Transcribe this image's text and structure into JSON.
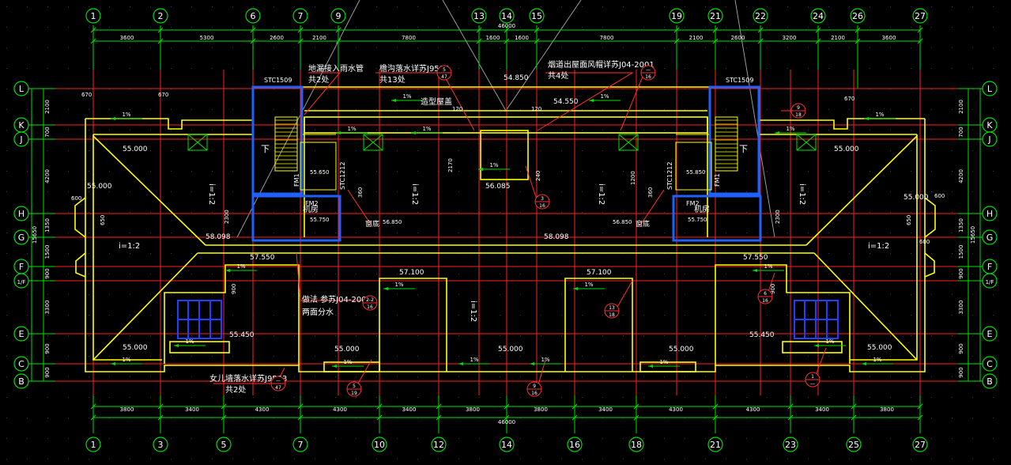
{
  "colors": {
    "background": "#000000",
    "grid_axis": "#ff2020",
    "dimension": "#00e000",
    "wall": "#ffff00",
    "stair_wall": "#2060ff",
    "annotation": "#ffffff",
    "leader": "#ff3030"
  },
  "axes_top": [
    "1",
    "2",
    "6",
    "7",
    "9",
    "13",
    "14",
    "15",
    "19",
    "21",
    "22",
    "24",
    "26",
    "27"
  ],
  "axes_bottom": [
    "1",
    "3",
    "5",
    "7",
    "10",
    "12",
    "14",
    "16",
    "18",
    "21",
    "23",
    "25",
    "27"
  ],
  "axes_left": [
    "L",
    "K",
    "J",
    "H",
    "G",
    "F",
    "1/F",
    "E",
    "C",
    "B"
  ],
  "axes_right": [
    "L",
    "K",
    "J",
    "H",
    "G",
    "F",
    "1/F",
    "E",
    "C",
    "B"
  ],
  "top_dims": [
    "3600",
    "5300",
    "2600",
    "2100",
    "7800",
    "1600",
    "1600",
    "7800",
    "2100",
    "2600",
    "3200",
    "2100",
    "3600"
  ],
  "top_total": "46000",
  "bottom_dims": [
    "3800",
    "3400",
    "4300",
    "4300",
    "3400",
    "3800",
    "3800",
    "3400",
    "4300",
    "4300",
    "3400",
    "3800"
  ],
  "bottom_total": "46000",
  "left_dims": [
    "2100",
    "700",
    "4200",
    "1350",
    "1500",
    "900",
    "3300",
    "900",
    "900"
  ],
  "left_total": "15650",
  "right_dims": [
    "2100",
    "700",
    "4200",
    "1350",
    "1500",
    "900",
    "3300",
    "900",
    "900"
  ],
  "right_total": "15650",
  "notes": {
    "note1": "地漏接入雨水管",
    "note1b": "共2处",
    "note2": "檐沟落水详苏J9503",
    "note2b": "共13处",
    "note3": "烟道出屋面风帽详苏J04-2001",
    "note3b": "共4处",
    "note4": "做法 参苏J04-2001",
    "note4b": "两面分水",
    "note5": "女儿墙落水详苏J9503",
    "note5b": "共2处",
    "note6": "造型屋盖"
  },
  "labels": {
    "stc_left": "STC1509",
    "stc_right": "STC1509",
    "stc_v_left": "STC1212",
    "stc_v_right": "STC1212",
    "fm2_left": "FM2",
    "fm2_right": "FM2",
    "machine_left": "机房",
    "machine_right": "机房",
    "down_left": "下",
    "down_right": "下",
    "sill_left": "窗底",
    "sill_right": "窗底",
    "fm1_left": "FM1",
    "fm1_right": "FM1"
  },
  "elevations": {
    "e54850": "54.850",
    "e54550": "54.550",
    "e55000_l1": "55.000",
    "e55000_l2": "55.000",
    "e55000_r1": "55.000",
    "e55000_r2": "55.000",
    "e55650": "55.650",
    "e55850": "55.850",
    "e56850_l": "56.850",
    "e56850_r": "56.850",
    "e55750_l": "55.750",
    "e55750_r": "55.750",
    "e56085": "56.085",
    "e58098_l": "58.098",
    "e58098_m": "58.098",
    "e57550_l": "57.550",
    "e57550_r": "57.550",
    "e57100_l": "57.100",
    "e57100_r": "57.100",
    "e55450_l": "55.450",
    "e55450_r": "55.450",
    "e55000_b1": "55.000",
    "e55000_b2": "55.000",
    "e55000_b3": "55.000",
    "e55000_b4": "55.000",
    "e55000_b5": "55.000"
  },
  "slopes": {
    "s1": "i=1:2",
    "s2": "i=1:2",
    "s3": "i=1:2",
    "s4": "i=1:2",
    "s5": "i=1:2",
    "s6": "i=1:2",
    "s7": "i=1:2"
  },
  "pct": "1%",
  "small_dims": {
    "d670": "670",
    "d120": "120",
    "d600": "600",
    "d650": "650",
    "d900": "900",
    "d2170": "2170",
    "d2300": "2300",
    "d1200": "1200",
    "d360": "360",
    "d240": "240"
  },
  "callouts": [
    {
      "top": "—",
      "bottom": "47"
    },
    {
      "top": "—",
      "bottom": "16"
    },
    {
      "top": "9",
      "bottom": "18"
    },
    {
      "top": "3",
      "bottom": "16"
    },
    {
      "top": "2-2",
      "bottom": "16"
    },
    {
      "top": "13",
      "bottom": "18"
    },
    {
      "top": "6",
      "bottom": "16"
    },
    {
      "top": "5",
      "bottom": "47"
    },
    {
      "top": "5",
      "bottom": "19"
    },
    {
      "top": "9",
      "bottom": "16"
    },
    {
      "top": "1",
      "bottom": "—"
    }
  ]
}
